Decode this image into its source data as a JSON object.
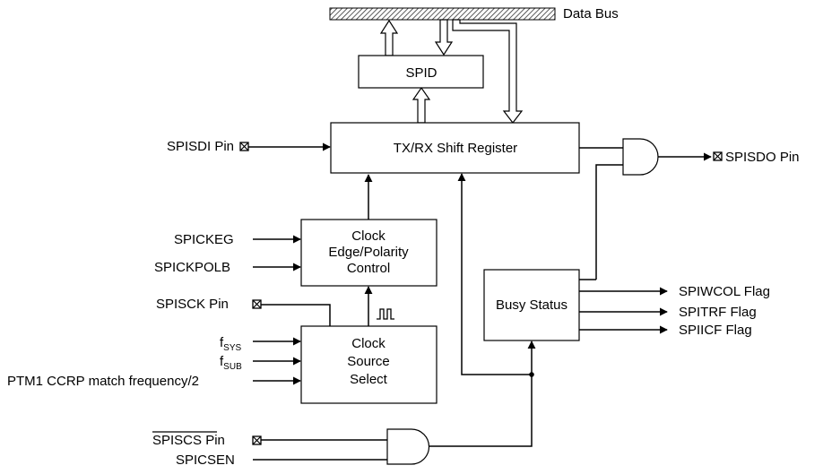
{
  "bus_label": "Data Bus",
  "blocks": {
    "spid": "SPID",
    "shift_register": "TX/RX Shift Register",
    "clock_polarity": [
      "Clock",
      "Edge/Polarity",
      "Control"
    ],
    "clock_source": [
      "Clock",
      "Source",
      "Select"
    ],
    "busy_status": "Busy Status"
  },
  "inputs": {
    "spisdi_pin": "SPISDI Pin",
    "spickeg": "SPICKEG",
    "spickpolb": "SPICKPOLB",
    "spisck_pin": "SPISCK Pin",
    "fsys_main": "f",
    "fsys_sub": "SYS",
    "fsub_main": "f",
    "fsub_sub": "SUB",
    "ptm": "PTM1 CCRP match frequency/2",
    "spiscs_pin": "SPISCS",
    "spiscs_pin_suffix": " Pin",
    "spicsen": "SPICSEN"
  },
  "outputs": {
    "spisdo_pin": "SPISDO Pin",
    "spiwcol": "SPIWCOL Flag",
    "spitrf": "SPITRF Flag",
    "spiicf": "SPIICF Flag"
  }
}
